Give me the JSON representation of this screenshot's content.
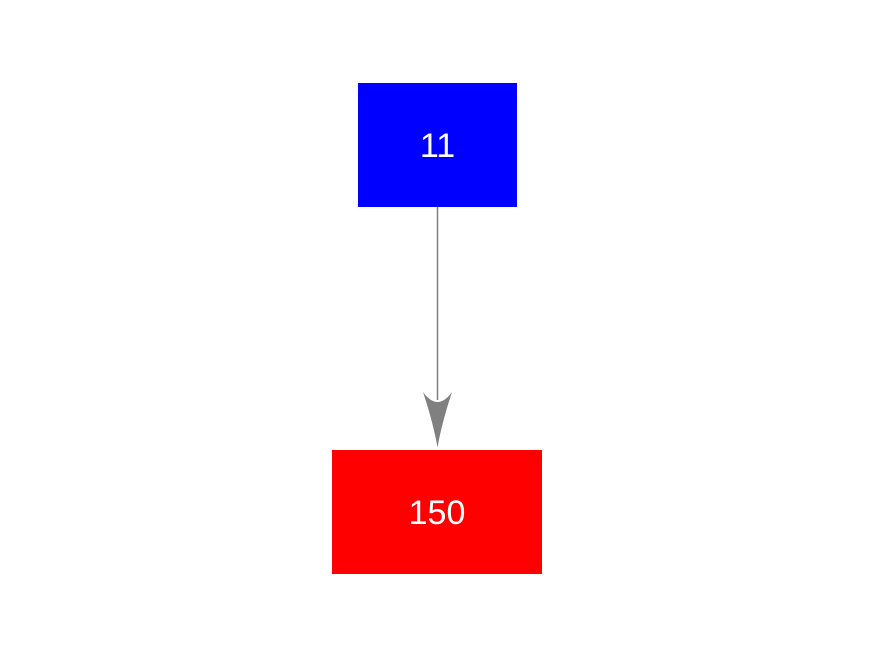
{
  "diagram": {
    "background_color": "#ffffff",
    "nodes": [
      {
        "id": "top",
        "label": "11",
        "fill_color": "#0000ff",
        "text_color": "#ffffff",
        "shape": "rectangle"
      },
      {
        "id": "bottom",
        "label": "150",
        "fill_color": "#ff0000",
        "text_color": "#ffffff",
        "shape": "rectangle"
      }
    ],
    "edge": {
      "from": "top",
      "to": "bottom",
      "direction": "down",
      "line_color": "#808080",
      "arrowhead_color": "#808080"
    }
  }
}
